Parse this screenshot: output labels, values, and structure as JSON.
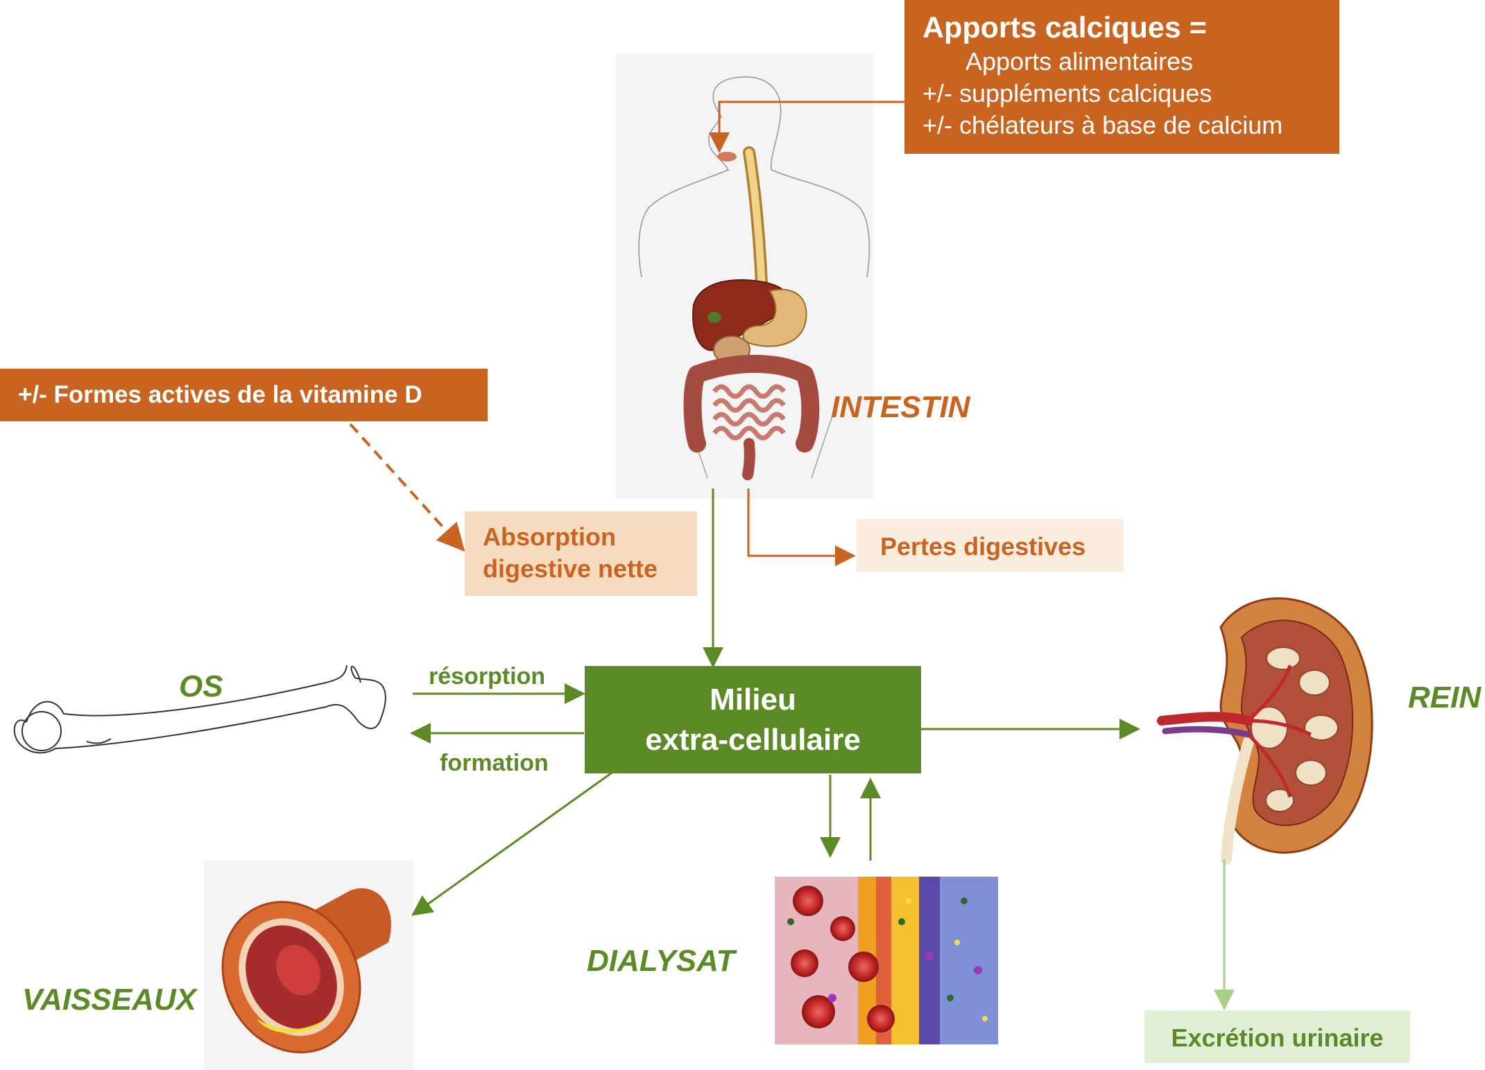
{
  "apports": {
    "title": "Apports calciques =",
    "lines": [
      "Apports alimentaires",
      "+/- suppléments calciques",
      "+/- chélateurs à base de calcium"
    ]
  },
  "vitamine_d": "+/- Formes actives de la vitamine D",
  "absorption": [
    "Absorption",
    "digestive nette"
  ],
  "pertes": "Pertes digestives",
  "milieu": [
    "Milieu",
    "extra-cellulaire"
  ],
  "organs": {
    "intestin": "INTESTIN",
    "os": "OS",
    "rein": "REIN",
    "dialysat": "DIALYSAT",
    "vaisseaux": "VAISSEAUX"
  },
  "flows": {
    "resorption": "résorption",
    "formation": "formation"
  },
  "excretion": "Excrétion urinaire",
  "colors": {
    "orange": "#c8641f",
    "peach": "#f5dcc0",
    "green": "#5b8a26",
    "light_green": "#e1efd4"
  },
  "icons": [
    "digestive-system-illustration",
    "femur-bone-illustration",
    "kidney-illustration",
    "blood-vessel-illustration",
    "dialysis-membrane-illustration"
  ]
}
